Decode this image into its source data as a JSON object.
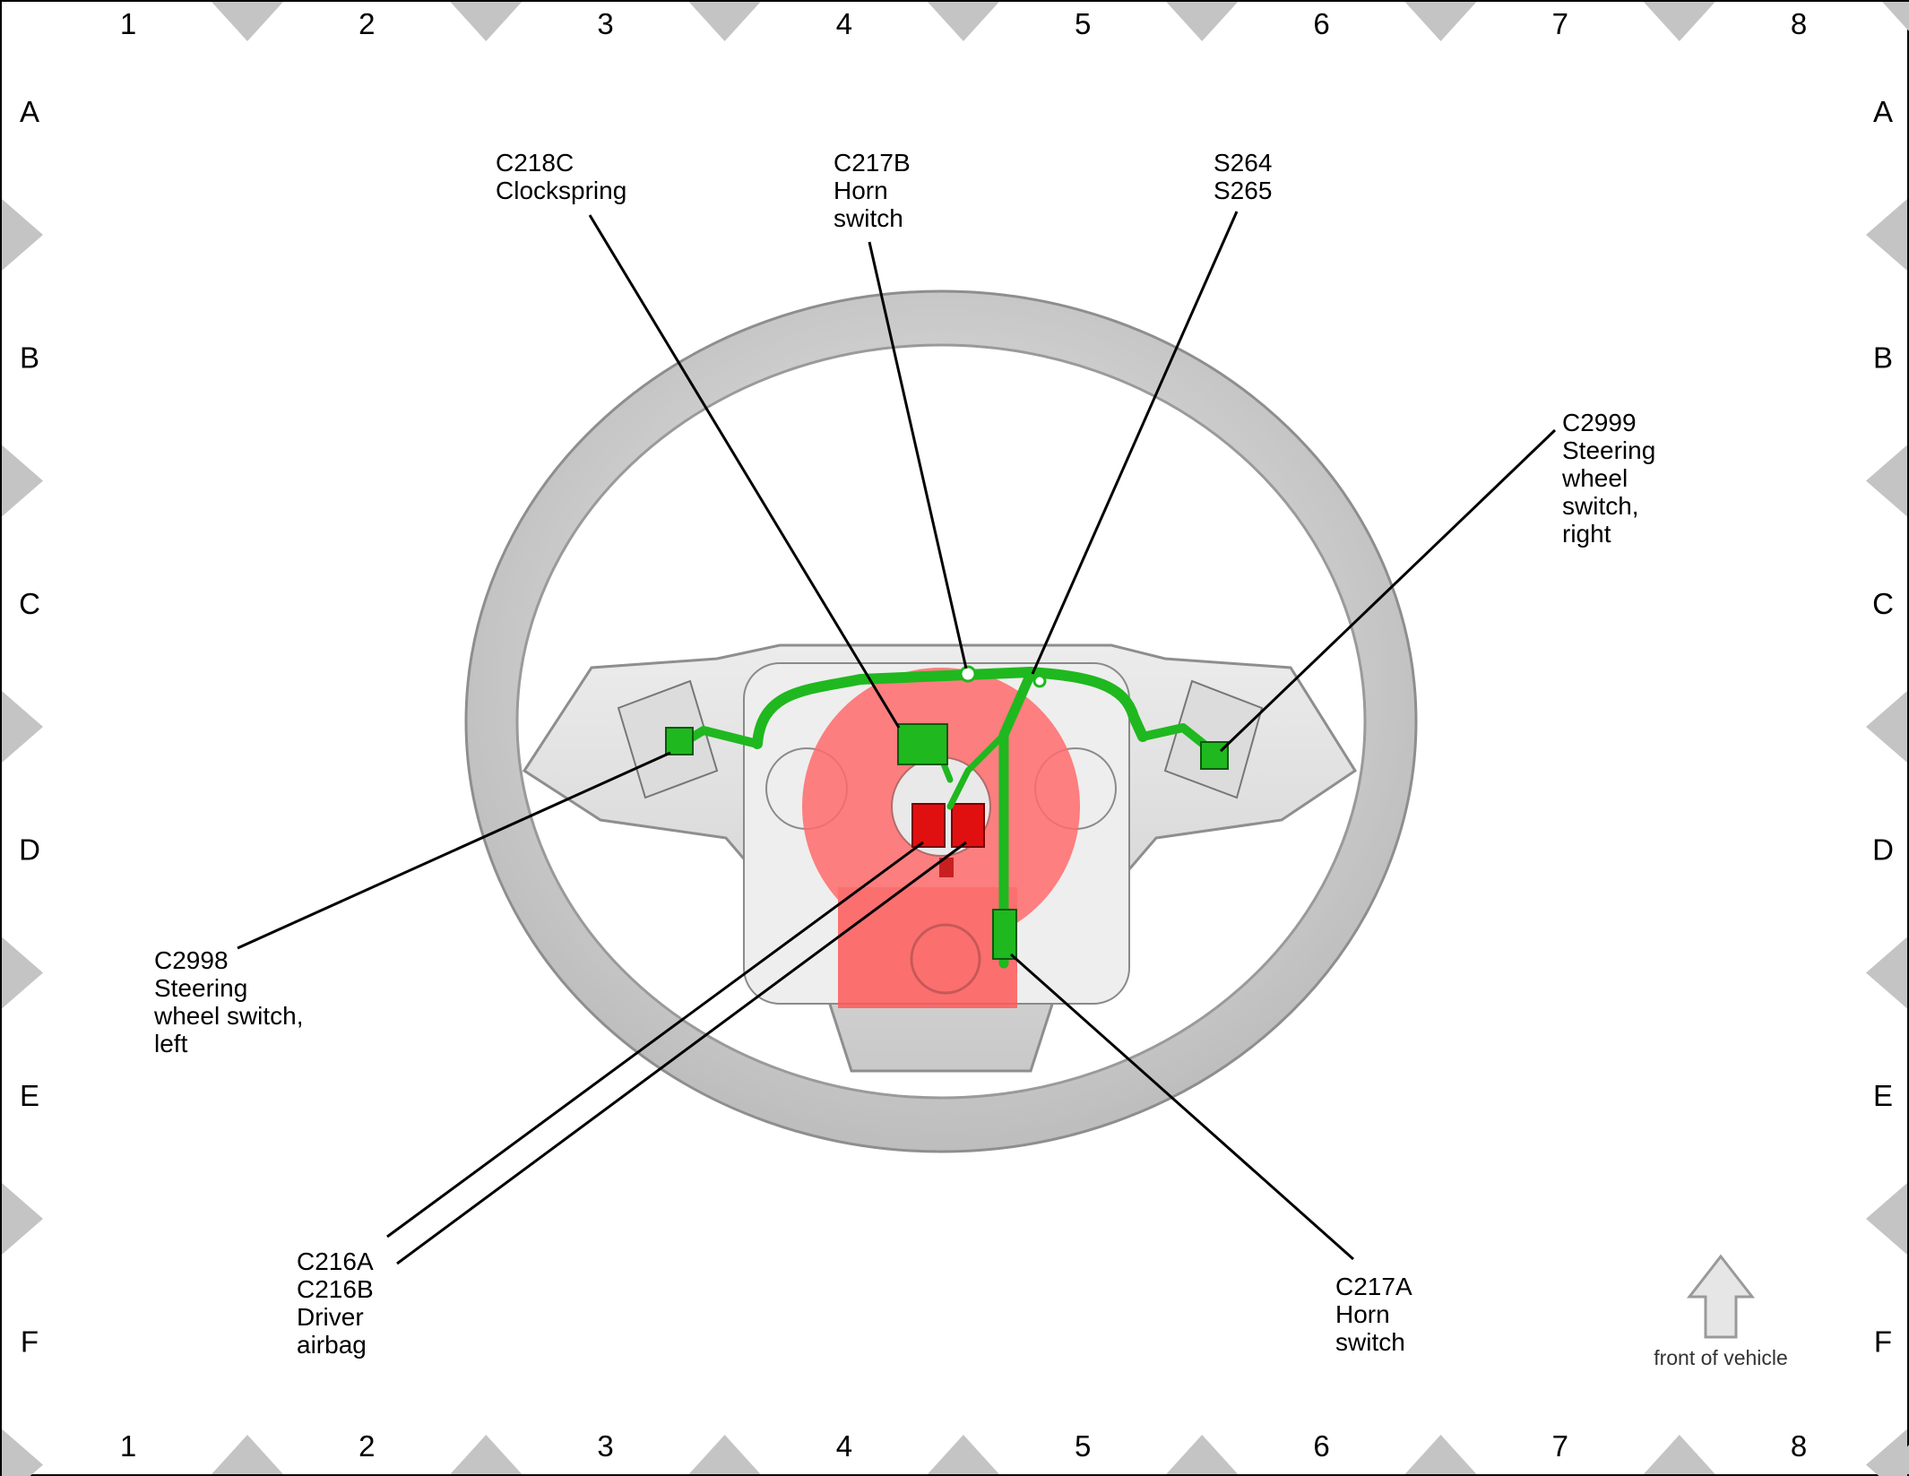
{
  "grid": {
    "columns": [
      "1",
      "2",
      "3",
      "4",
      "5",
      "6",
      "7",
      "8"
    ],
    "rows": [
      "A",
      "B",
      "C",
      "D",
      "E",
      "F"
    ]
  },
  "callouts": {
    "c218c": [
      "C218C",
      "Clockspring"
    ],
    "c217b": [
      "C217B",
      "Horn",
      "switch"
    ],
    "s264": [
      "S264",
      "S265"
    ],
    "c2999": [
      "C2999",
      "Steering",
      "wheel",
      "switch,",
      "right"
    ],
    "c2998": [
      "C2998",
      "Steering",
      "wheel switch,",
      "left"
    ],
    "c216": [
      "C216A",
      "C216B",
      "Driver",
      "airbag"
    ],
    "c217a": [
      "C217A",
      "Horn",
      "switch"
    ]
  },
  "orientation": {
    "label": "front of vehicle"
  },
  "colors": {
    "harness": "#1fb81f",
    "clockspring": "#ff5a5a",
    "connector_red": "#e01010",
    "wheel": "#d6d6d6",
    "border_marker": "#c4c4c4"
  }
}
